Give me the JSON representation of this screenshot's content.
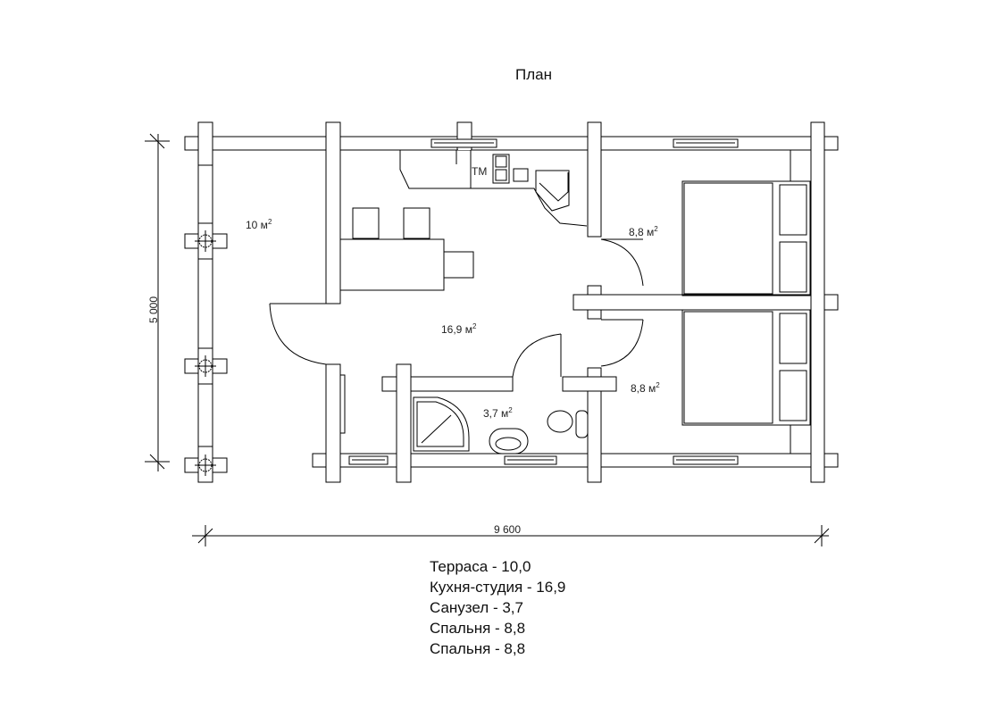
{
  "title": "План",
  "dimensions": {
    "height": "5 000",
    "width": "9 600"
  },
  "rooms": {
    "terrace": {
      "area": "10 м",
      "sup": "2"
    },
    "kitchen": {
      "area": "16,9 м",
      "sup": "2"
    },
    "bath": {
      "area": "3,7 м",
      "sup": "2"
    },
    "bedroom1": {
      "area": "8,8 м",
      "sup": "2"
    },
    "bedroom2": {
      "area": "8,8 м",
      "sup": "2"
    }
  },
  "fixtures": {
    "tm_label": "ТМ"
  },
  "legend": [
    "Терраса - 10,0",
    "Кухня-студия - 16,9",
    "Санузел - 3,7",
    "Спальня - 8,8",
    "Спальня - 8,8"
  ]
}
